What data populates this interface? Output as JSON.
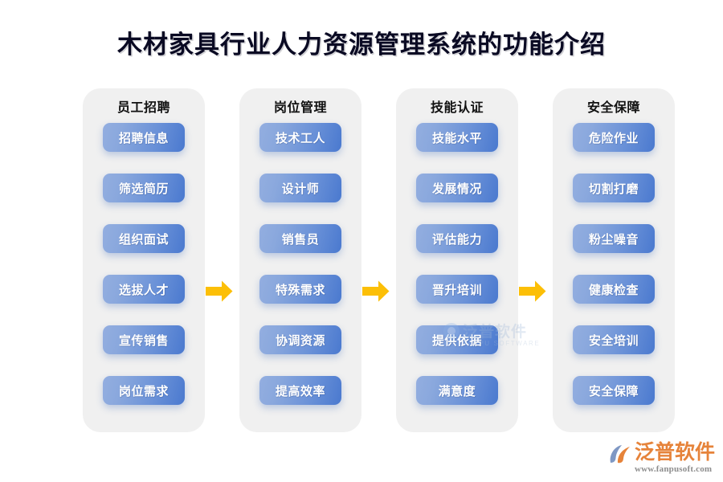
{
  "page": {
    "title": "木材家具行业人力资源管理系统的功能介绍",
    "background_color": "#ffffff"
  },
  "colors": {
    "card_background": "#f0f0f0",
    "pill_gradient_start": "#8aa8dd",
    "pill_gradient_end": "#4a79cf",
    "pill_text": "#ffffff",
    "arrow": "#fcbf07",
    "title_text": "#0a0a23",
    "brand_orange": "#e6833a",
    "brand_url_gray": "#8d8d8d"
  },
  "flow": {
    "columns": [
      {
        "header": "员工招聘",
        "items": [
          "招聘信息",
          "筛选简历",
          "组织面试",
          "选拔人才",
          "宣传销售",
          "岗位需求"
        ]
      },
      {
        "header": "岗位管理",
        "items": [
          "技术工人",
          "设计师",
          "销售员",
          "特殊需求",
          "协调资源",
          "提高效率"
        ]
      },
      {
        "header": "技能认证",
        "items": [
          "技能水平",
          "发展情况",
          "评估能力",
          "晋升培训",
          "提供依据",
          "满意度"
        ]
      },
      {
        "header": "安全保障",
        "items": [
          "危险作业",
          "切割打磨",
          "粉尘噪音",
          "健康检查",
          "安全培训",
          "安全保障"
        ]
      }
    ],
    "arrows": [
      {
        "icon": "arrow-right-icon"
      },
      {
        "icon": "arrow-right-icon"
      },
      {
        "icon": "arrow-right-icon"
      }
    ]
  },
  "watermark": {
    "name": "泛普软件",
    "subtitle": "FANPU SOFTWARE",
    "icon": "fanpu-logo-icon"
  },
  "brand": {
    "name": "泛普软件",
    "url": "www.fanpusoft.com",
    "icon": "fanpu-logo-icon"
  }
}
